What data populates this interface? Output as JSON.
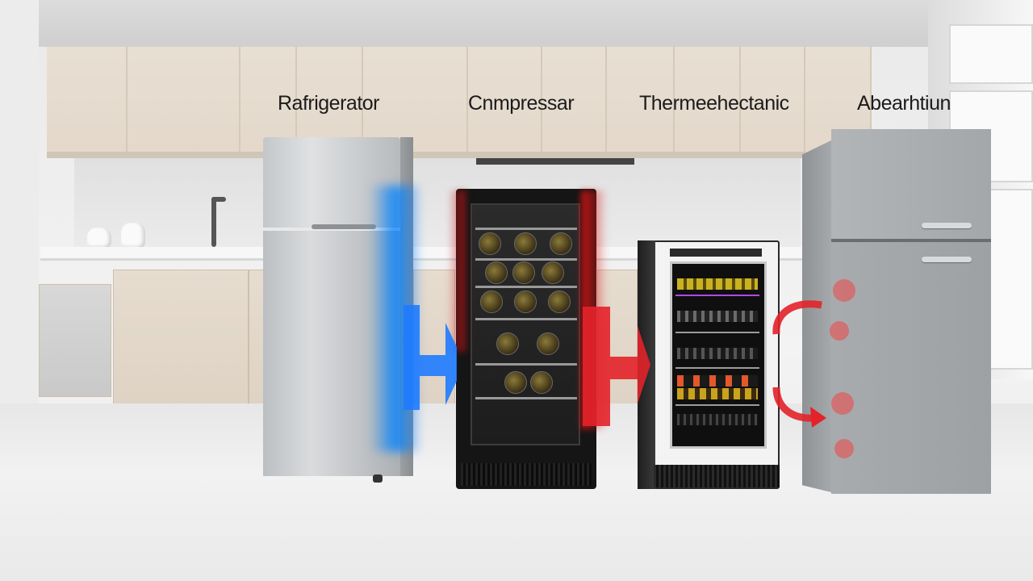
{
  "labels": {
    "refrigerator": "Rafrigerator",
    "compressor": "Cnmpressar",
    "thermoelectric": "Thermeehectanic",
    "absorption": "Abearhtiun"
  },
  "colors": {
    "cold_arrow": "#1e7bff",
    "hot_arrow": "#e3222a",
    "cabinet_wood": "#e6dccf",
    "steel": "#b7babd"
  }
}
